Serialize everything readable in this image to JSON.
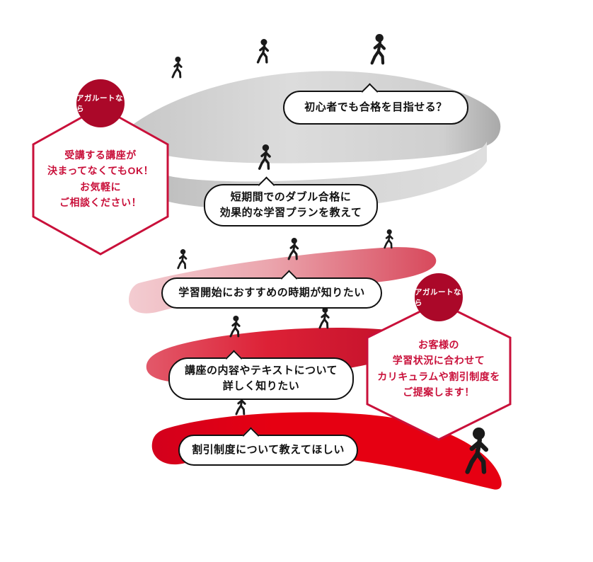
{
  "figures": {
    "icon": "walking-person",
    "count": 12
  },
  "bubbles": [
    {
      "text": "初心者でも合格を目指せる？"
    },
    {
      "text": "短期間でのダブル合格に\n効果的な学習プランを教えて"
    },
    {
      "text": "学習開始におすすめの時期が知りたい"
    },
    {
      "text": "講座の内容やテキストについて\n詳しく知りたい"
    },
    {
      "text": "割引制度について教えてほしい"
    }
  ],
  "badges": {
    "left": {
      "label": "アガルートなら",
      "text": "受講する講座が\n決まってなくてもOK！\nお気軽に\nご相談ください！"
    },
    "right": {
      "label": "アガルートなら",
      "text": "お客様の\n学習状況に合わせて\nカリキュラムや割引制度を\nご提案します！"
    }
  },
  "colors": {
    "ribbon_top_gray": "#d2d2d2",
    "ribbon_pink": "#eba6ae",
    "ribbon_red": "#e60012",
    "badge_circle_red": "#ab0829",
    "badge_accent_red": "#c9103a",
    "bubble_border": "#111111",
    "figure_black": "#1a1a1a"
  }
}
